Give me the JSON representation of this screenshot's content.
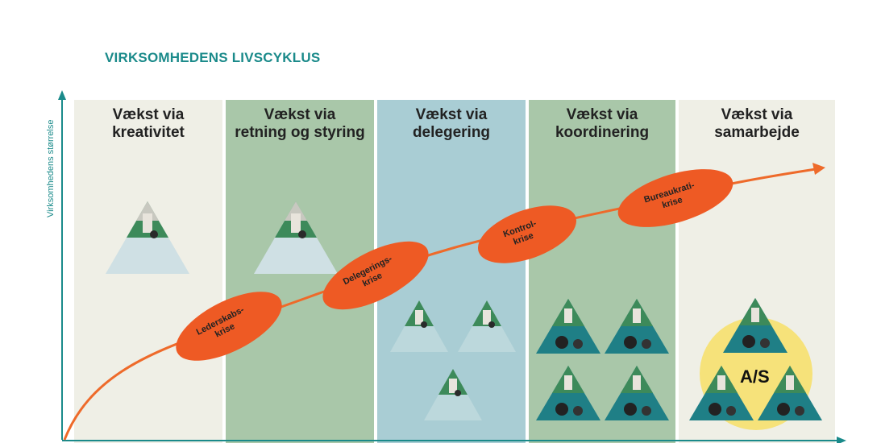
{
  "title": "VIRKSOMHEDENS LIVSCYKLUS",
  "y_axis_label": "Virksomhedens størrelse",
  "phases": [
    {
      "line1": "Vækst via",
      "line2": "kreativitet",
      "color": "#efefe6"
    },
    {
      "line1": "Vækst via",
      "line2": "retning og styring",
      "color": "#a9c7a9"
    },
    {
      "line1": "Vækst via",
      "line2": "delegering",
      "color": "#a9cdd4"
    },
    {
      "line1": "Vækst via",
      "line2": "koordinering",
      "color": "#a9c7a9"
    },
    {
      "line1": "Vækst via",
      "line2": "samarbejde",
      "color": "#efefe6"
    }
  ],
  "crises": [
    {
      "line1": "Lederskabs-",
      "line2": "krise"
    },
    {
      "line1": "Delegerings-",
      "line2": "krise"
    },
    {
      "line1": "Kontrol-",
      "line2": "krise"
    },
    {
      "line1": "Bureaukrati-",
      "line2": "krise"
    }
  ],
  "as_label": "A/S",
  "colors": {
    "accent": "#1a8a8a",
    "curve": "#ee6a2a",
    "crisis_fill": "#ee5a24",
    "as_circle": "#f6e27a"
  }
}
